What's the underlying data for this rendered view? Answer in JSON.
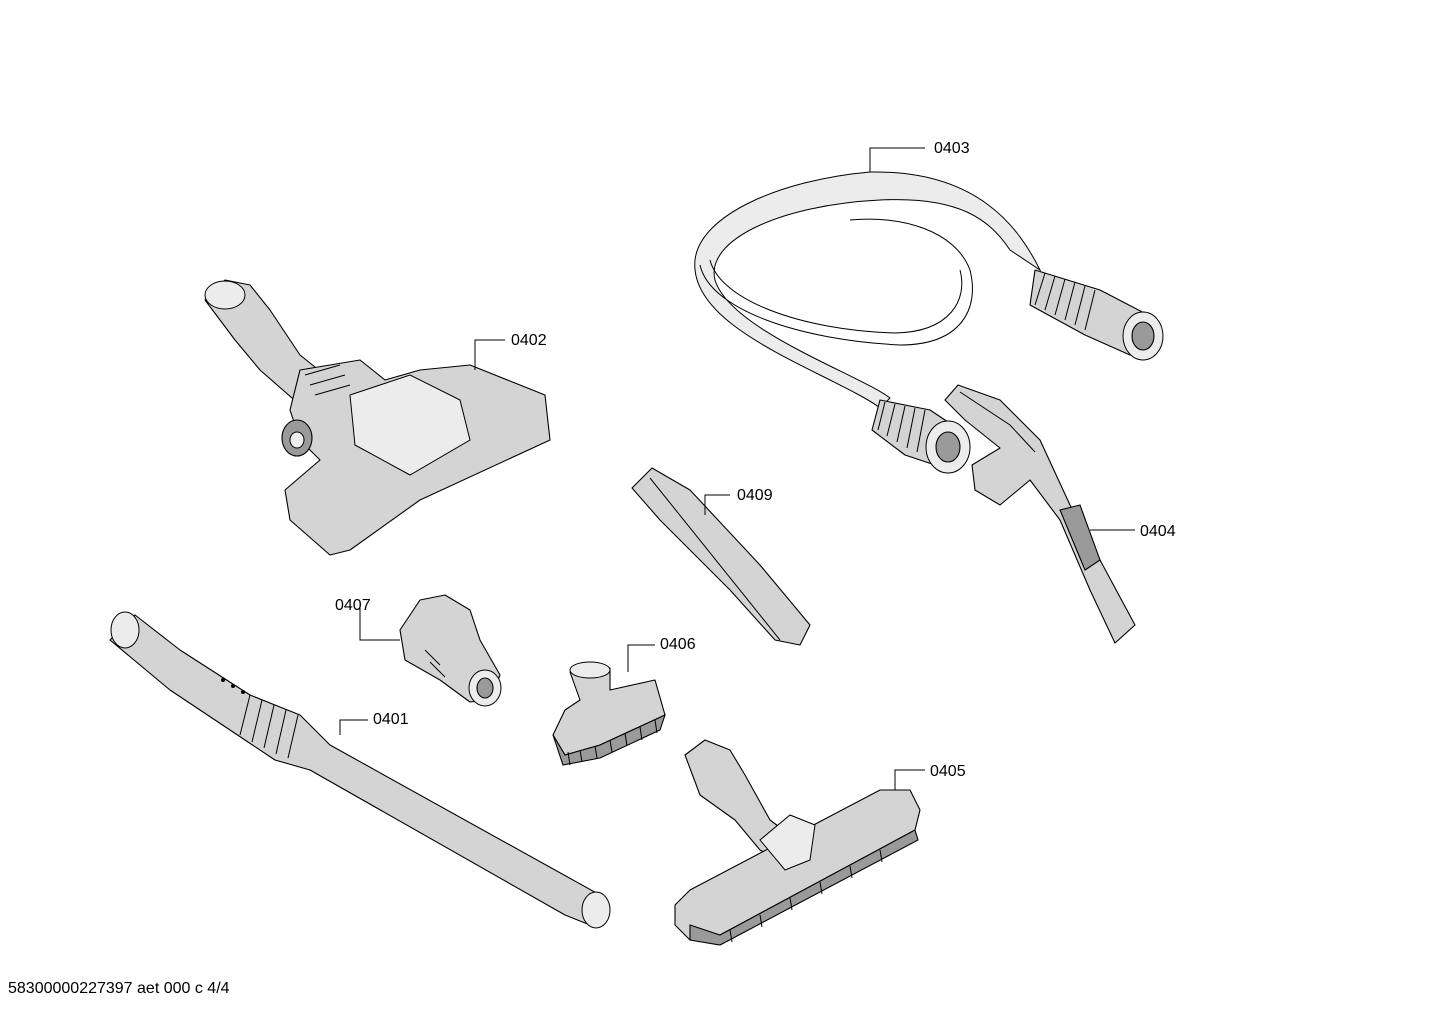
{
  "callouts": {
    "hose": "0403",
    "turbo_brush": "0402",
    "crevice_tool": "0409",
    "handle": "0404",
    "holder": "0407",
    "upholstery_brush": "0406",
    "tube": "0401",
    "floor_nozzle": "0405"
  },
  "footer": "58300000227397 aet 000 c 4/4"
}
